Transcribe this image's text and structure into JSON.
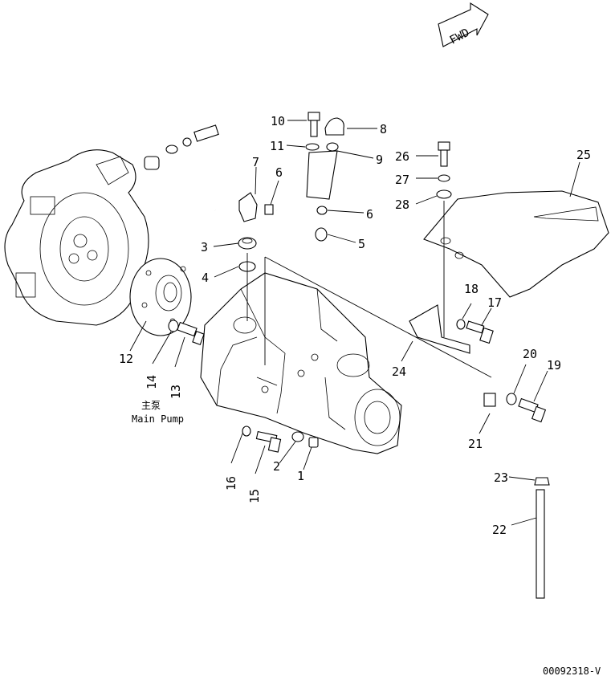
{
  "arrow_label": "FWD",
  "pump_caption_cn": "主泵",
  "pump_caption_en": "Main Pump",
  "drawing_code": "00092318-V",
  "callouts": [
    "1",
    "2",
    "3",
    "4",
    "5",
    "6",
    "7",
    "8",
    "9",
    "10",
    "11",
    "12",
    "13",
    "14",
    "15",
    "16",
    "17",
    "18",
    "19",
    "20",
    "21",
    "22",
    "23",
    "24",
    "25",
    "26",
    "27",
    "28"
  ],
  "callout_6_second": "6"
}
